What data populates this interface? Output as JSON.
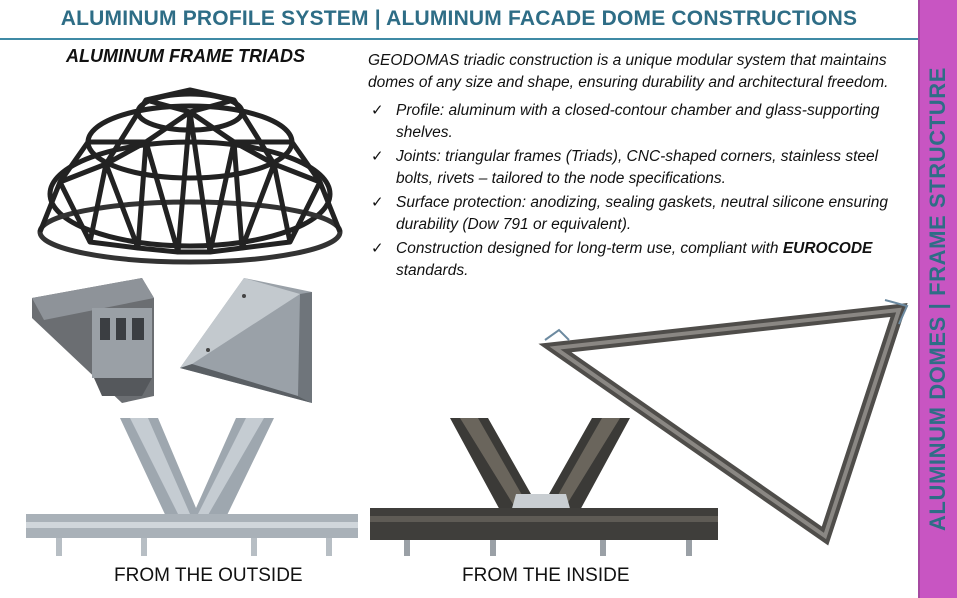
{
  "header": {
    "title": "ALUMINUM PROFILE SYSTEM | ALUMINUM FACADE DOME CONSTRUCTIONS"
  },
  "side_band": {
    "text": "ALUMINUM DOMES | FRAME STRUCTURE",
    "color": "#c855c2"
  },
  "left": {
    "subtitle": "ALUMINUM FRAME TRIADS"
  },
  "description": {
    "intro": "GEODOMAS triadic construction is a unique modular system that maintains domes of any size and shape, ensuring durability and architectural freedom.",
    "bullets": [
      {
        "text": "Profile: aluminum with a closed-contour chamber and glass-supporting shelves."
      },
      {
        "text": "Joints: triangular frames (Triads), CNC-shaped corners, stainless steel bolts, rivets – tailored to the node specifications."
      },
      {
        "text": "Surface protection: anodizing, sealing gaskets, neutral silicone ensuring durability (Dow 791 or equivalent)."
      },
      {
        "text": "Construction designed for long-term use, compliant with ",
        "bold": "EUROCODE",
        "after": " standards."
      }
    ]
  },
  "captions": {
    "outside": "FROM THE OUTSIDE",
    "inside": "FROM THE INSIDE"
  },
  "colors": {
    "title": "#2e6d86",
    "accent_line": "#3f8aa5",
    "frame_dark": "#2b2b2b",
    "metal": "#a7b0b8"
  }
}
